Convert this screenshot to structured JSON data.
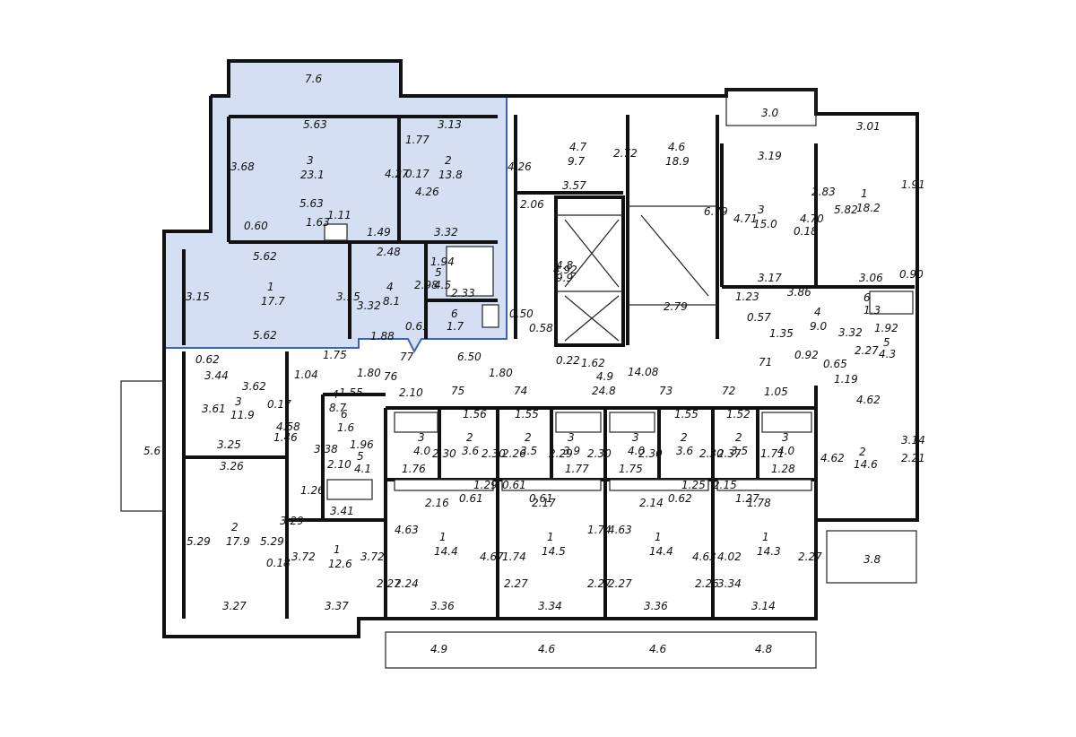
{
  "colors": {
    "highlight_fill": "#cfdcf2",
    "highlight_stroke": "#3d63b4",
    "wall": "#111111",
    "background": "#ffffff"
  },
  "highlighted_apartment": {
    "balcony": "7.6",
    "rooms": [
      {
        "id": "hl-room-3",
        "num": "3",
        "area": "23.1"
      },
      {
        "id": "hl-room-2",
        "num": "2",
        "area": "13.8"
      },
      {
        "id": "hl-room-1",
        "num": "1",
        "area": "17.7"
      },
      {
        "id": "hl-room-4",
        "num": "4",
        "area": "8.1"
      },
      {
        "id": "hl-room-5",
        "num": "5",
        "area": "4.5"
      },
      {
        "id": "hl-room-6",
        "num": "6",
        "area": "1.7"
      }
    ],
    "dimensions": [
      "5.63",
      "3.13",
      "3.68",
      "4.27",
      "0.17",
      "4.26",
      "1.77",
      "4.26",
      "5.63",
      "1.11",
      "0.60",
      "1.63",
      "1.49",
      "3.32",
      "2.48",
      "1.94",
      "2.33",
      "2.98",
      "5.62",
      "3.15",
      "3.15",
      "3.32",
      "0.61",
      "5.62",
      "1.88"
    ]
  },
  "units": [
    {
      "id": "u-47",
      "num": "4.7",
      "area": "9.7"
    },
    {
      "id": "u-46",
      "num": "4.6",
      "area": "18.9"
    },
    {
      "id": "u-48",
      "num": "4.8",
      "area": "9.9"
    },
    {
      "id": "u-49",
      "num": "4.9",
      "area": "24.8"
    },
    {
      "id": "u-r3",
      "num": "3",
      "area": "15.0"
    },
    {
      "id": "u-r1",
      "num": "1",
      "area": "18.2"
    },
    {
      "id": "u-r4",
      "num": "4",
      "area": "9.0"
    },
    {
      "id": "u-r6",
      "num": "6",
      "area": "1.3"
    },
    {
      "id": "u-r5",
      "num": "5",
      "area": "4.3"
    },
    {
      "id": "u-r2",
      "num": "2",
      "area": "14.6"
    },
    {
      "id": "u-l3",
      "num": "3",
      "area": "11.9"
    },
    {
      "id": "u-l4",
      "num": "4",
      "area": "8.7"
    },
    {
      "id": "u-l6",
      "num": "6",
      "area": "1.6"
    },
    {
      "id": "u-l5",
      "num": "5",
      "area": "4.1"
    },
    {
      "id": "u-l2",
      "num": "2",
      "area": "17.9"
    },
    {
      "id": "u-l1",
      "num": "1",
      "area": "12.6"
    },
    {
      "id": "u-75a",
      "num": "3",
      "area": "4.0"
    },
    {
      "id": "u-75b",
      "num": "2",
      "area": "3.6"
    },
    {
      "id": "u-74a",
      "num": "2",
      "area": "3.5"
    },
    {
      "id": "u-74b",
      "num": "3",
      "area": "3.9"
    },
    {
      "id": "u-73a",
      "num": "3",
      "area": "4.0"
    },
    {
      "id": "u-73b",
      "num": "2",
      "area": "3.6"
    },
    {
      "id": "u-72a",
      "num": "2",
      "area": "3.5"
    },
    {
      "id": "u-72b",
      "num": "3",
      "area": "4.0"
    },
    {
      "id": "u-s1",
      "num": "1",
      "area": "14.4"
    },
    {
      "id": "u-s2",
      "num": "1",
      "area": "14.5"
    },
    {
      "id": "u-s3",
      "num": "1",
      "area": "14.4"
    },
    {
      "id": "u-s4",
      "num": "1",
      "area": "14.3"
    }
  ],
  "apartment_numbers": [
    "77",
    "76",
    "75",
    "74",
    "73",
    "72",
    "71"
  ],
  "balconies": [
    "3.0",
    "5.6",
    "3.8",
    "4.9",
    "4.6",
    "4.6",
    "4.8"
  ],
  "dimensions": [
    "3.01",
    "3.19",
    "2.83",
    "5.82",
    "1.91",
    "4.71",
    "4.70",
    "0.18",
    "6.79",
    "2.72",
    "3.57",
    "2.06",
    "4.92",
    "3.17",
    "3.06",
    "0.90",
    "1.23",
    "0.57",
    "3.86",
    "0.50",
    "0.58",
    "2.79",
    "1.35",
    "1.92",
    "3.32",
    "2.27",
    "0.92",
    "0.65",
    "1.19",
    "0.22",
    "1.62",
    "14.08",
    "6.50",
    "1.80",
    "0.62",
    "1.04",
    "3.44",
    "1.75",
    "1.80",
    "1.55",
    "2.10",
    "1.56",
    "1.55",
    "1.55",
    "1.52",
    "1.05",
    "3.61",
    "3.62",
    "0.17",
    "1.46",
    "4.58",
    "3.38",
    "2.10",
    "1.96",
    "3.25",
    "3.26",
    "1.26",
    "3.41",
    "5.29",
    "5.29",
    "0.18",
    "3.29",
    "3.72",
    "3.72",
    "2.27",
    "3.27",
    "3.37",
    "1.76",
    "2.30",
    "2.30",
    "2.26",
    "2.29",
    "2.30",
    "2.30",
    "2.30",
    "2.37",
    "1.71",
    "1.77",
    "1.75",
    "1.28",
    "1.29",
    "0.61",
    "0.61",
    "0.61",
    "0.62",
    "1.27",
    "1.25",
    "2.15",
    "2.16",
    "2.17",
    "2.14",
    "1.78",
    "4.63",
    "4.67",
    "1.74",
    "1.74",
    "4.63",
    "4.63",
    "4.02",
    "2.27",
    "2.24",
    "2.27",
    "2.27",
    "2.27",
    "2.26",
    "3.34",
    "3.36",
    "3.34",
    "3.36",
    "3.14",
    "4.62",
    "4.62",
    "2.21",
    "3.14"
  ]
}
